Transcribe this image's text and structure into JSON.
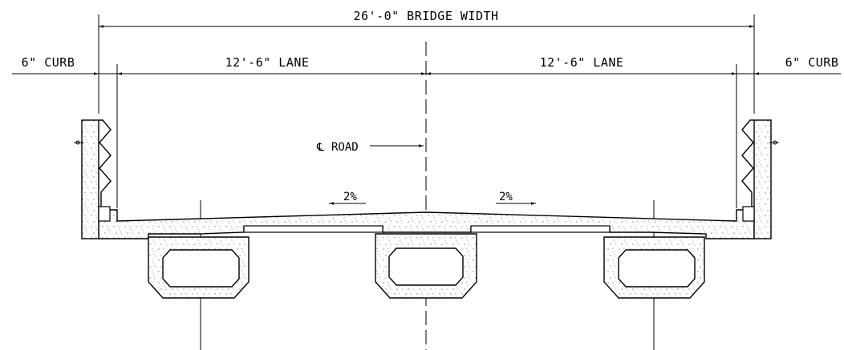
{
  "dimensions": {
    "bridge_width": "26'-0\" BRIDGE WIDTH",
    "lane_left": "12'-6\" LANE",
    "lane_right": "12'-6\" LANE",
    "curb_left": "6\" CURB",
    "curb_right": "6\" CURB"
  },
  "labels": {
    "centerline_symbol": "℄",
    "centerline_text": "ROAD",
    "slope_left": "2%",
    "slope_right": "2%"
  }
}
